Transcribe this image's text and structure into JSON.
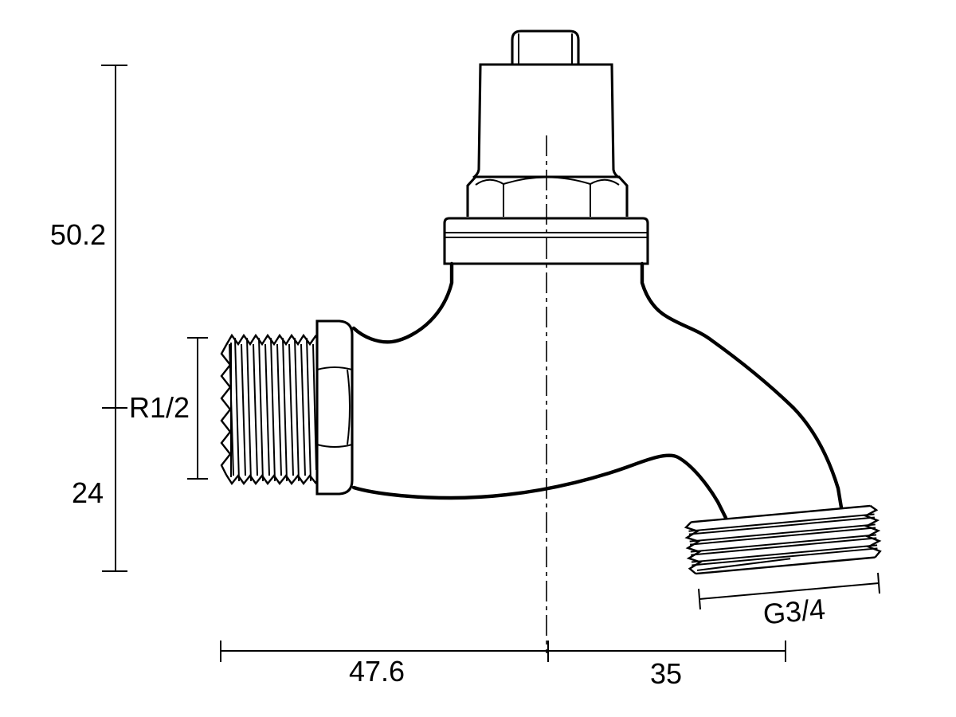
{
  "drawing": {
    "type": "technical-dimension-drawing",
    "subject": "bib tap (wall-mounted valve) side elevation",
    "labels": {
      "dim_vertical_upper": "50.2",
      "dim_vertical_lower": "24",
      "inlet_thread_size": "R1/2",
      "dim_horizontal_left": "47.6",
      "dim_horizontal_right": "35",
      "outlet_thread_size": "G3/4"
    },
    "colors": {
      "line": "#000000",
      "background": "#ffffff"
    }
  }
}
